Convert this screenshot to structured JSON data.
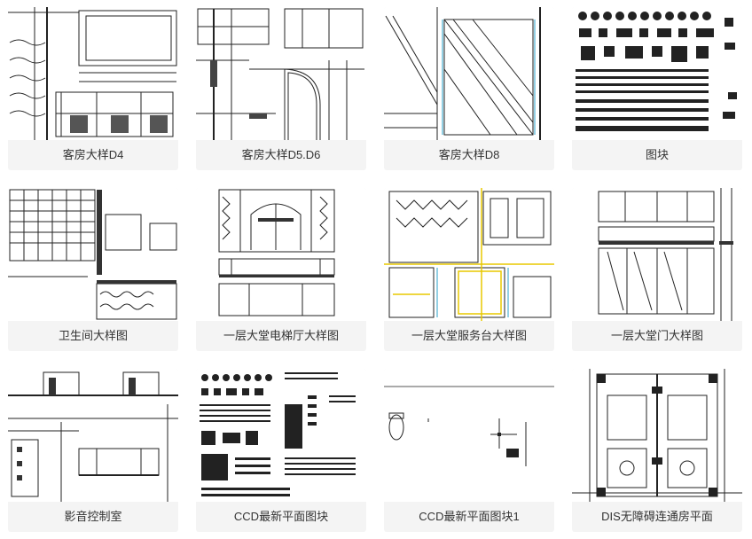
{
  "gallery": {
    "items": [
      {
        "title": "客房大样D4"
      },
      {
        "title": "客房大样D5.D6"
      },
      {
        "title": "客房大样D8"
      },
      {
        "title": "图块"
      },
      {
        "title": "卫生间大样图"
      },
      {
        "title": "一层大堂电梯厅大样图"
      },
      {
        "title": "一层大堂服务台大样图"
      },
      {
        "title": "一层大堂门大样图"
      },
      {
        "title": "影音控制室"
      },
      {
        "title": "CCD最新平面图块"
      },
      {
        "title": "CCD最新平面图块1"
      },
      {
        "title": "DIS无障碍连通房平面"
      }
    ]
  },
  "colors": {
    "card_bg": "#f4f4f4",
    "label_text": "#333333",
    "drawing_line": "#222222",
    "cad_yellow": "#e8c800",
    "cad_cyan": "#2aa0c8"
  }
}
